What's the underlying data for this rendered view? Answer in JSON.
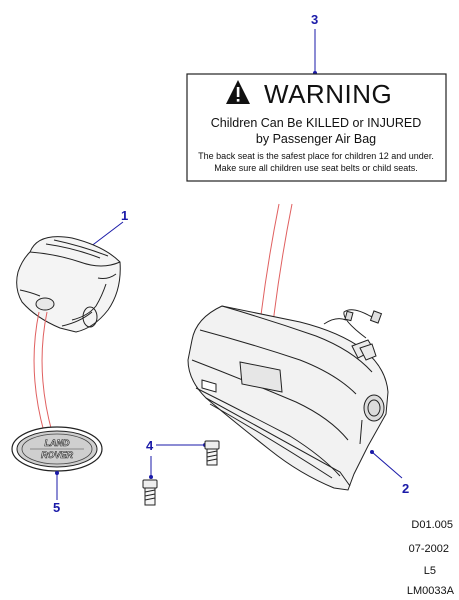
{
  "warning_label": {
    "title": "WARNING",
    "line1": "Children Can Be KILLED or INJURED",
    "line2": "by Passenger Air Bag",
    "line3": "The back seat is the safest place for children 12 and under.",
    "line4": "Make sure all children use seat belts or child seats."
  },
  "callouts": {
    "c1": "1",
    "c2": "2",
    "c3": "3",
    "c4": "4",
    "c5": "5"
  },
  "badge": {
    "line1": "LAND",
    "line2": "ROVER"
  },
  "reference": {
    "code": "D01.005",
    "date": "07-2002",
    "level": "L5",
    "drawing": "LM0033A"
  },
  "colors": {
    "callout_blue": "#1a1aa8",
    "leader_red": "#e06060",
    "ink": "#222222"
  }
}
